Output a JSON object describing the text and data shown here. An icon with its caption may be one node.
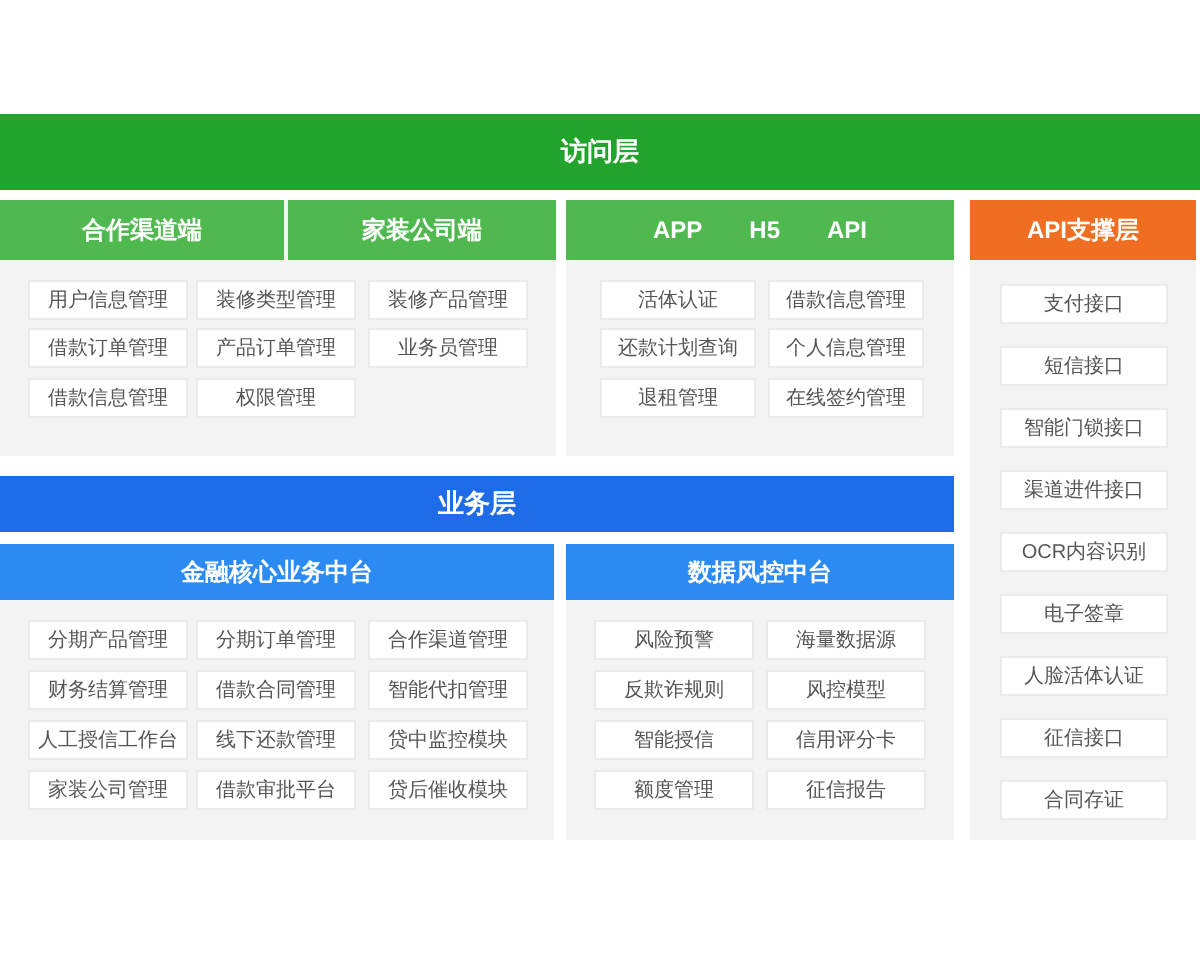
{
  "diagram": {
    "nodes": [
      {
        "text": [
          "访问层"
        ]
      },
      {
        "text": [
          "合作渠道端",
          "家装公司端"
        ]
      },
      {
        "text": [
          "用户信息管理"
        ],
        "in": 1
      },
      {
        "text": [
          "装修类型管理"
        ],
        "in": 1
      },
      {
        "text": [
          "装修产品管理"
        ],
        "in": 1
      },
      {
        "text": [
          "借款订单管理"
        ],
        "in": 1
      },
      {
        "text": [
          "产品订单管理"
        ],
        "in": 1
      },
      {
        "text": [
          "业务员管理"
        ],
        "in": 1
      },
      {
        "text": [
          "借款信息管理"
        ],
        "in": 1
      },
      {
        "text": [
          "权限管理"
        ],
        "in": 1
      },
      {
        "text": [
          "APP",
          "H5",
          "API"
        ]
      },
      {
        "text": [
          "活体认证"
        ],
        "in": 10
      },
      {
        "text": [
          "借款信息管理"
        ],
        "in": 10
      },
      {
        "text": [
          "还款计划查询"
        ],
        "in": 10
      },
      {
        "text": [
          "个人信息管理"
        ],
        "in": 10
      },
      {
        "text": [
          "退租管理"
        ],
        "in": 10
      },
      {
        "text": [
          "在线签约管理"
        ],
        "in": 10
      },
      {
        "text": [
          "API支撑层"
        ]
      },
      {
        "text": [
          "支付接口"
        ],
        "in": 17
      },
      {
        "text": [
          "短信接口"
        ],
        "in": 17
      },
      {
        "text": [
          "智能门锁接口"
        ],
        "in": 17
      },
      {
        "text": [
          "渠道进件接口"
        ],
        "in": 17
      },
      {
        "text": [
          "OCR内容识别"
        ],
        "in": 17
      },
      {
        "text": [
          "电子签章"
        ],
        "in": 17
      },
      {
        "text": [
          "人脸活体认证"
        ],
        "in": 17
      },
      {
        "text": [
          "征信接口"
        ],
        "in": 17
      },
      {
        "text": [
          "合同存证"
        ],
        "in": 17
      },
      {
        "text": [
          "业务层"
        ]
      },
      {
        "text": [
          "金融核心业务中台"
        ]
      },
      {
        "text": [
          "分期产品管理"
        ],
        "in": 28
      },
      {
        "text": [
          "分期订单管理"
        ],
        "in": 28
      },
      {
        "text": [
          "合作渠道管理"
        ],
        "in": 28
      },
      {
        "text": [
          "财务结算管理"
        ],
        "in": 28
      },
      {
        "text": [
          "借款合同管理"
        ],
        "in": 28
      },
      {
        "text": [
          "智能代扣管理"
        ],
        "in": 28
      },
      {
        "text": [
          "人工授信工作台"
        ],
        "in": 28
      },
      {
        "text": [
          "线下还款管理"
        ],
        "in": 28
      },
      {
        "text": [
          "贷中监控模块"
        ],
        "in": 28
      },
      {
        "text": [
          "家装公司管理"
        ],
        "in": 28
      },
      {
        "text": [
          "借款审批平台"
        ],
        "in": 28
      },
      {
        "text": [
          "贷后催收模块"
        ],
        "in": 28
      },
      {
        "text": [
          "数据风控中台"
        ]
      },
      {
        "text": [
          "风险预警"
        ],
        "in": 41
      },
      {
        "text": [
          "海量数据源"
        ],
        "in": 41
      },
      {
        "text": [
          "反欺诈规则"
        ],
        "in": 41
      },
      {
        "text": [
          "风控模型"
        ],
        "in": 41
      },
      {
        "text": [
          "智能授信"
        ],
        "in": 41
      },
      {
        "text": [
          "信用评分卡"
        ],
        "in": 41
      },
      {
        "text": [
          "额度管理"
        ],
        "in": 41
      },
      {
        "text": [
          "征信报告"
        ],
        "in": 41
      }
    ]
  }
}
